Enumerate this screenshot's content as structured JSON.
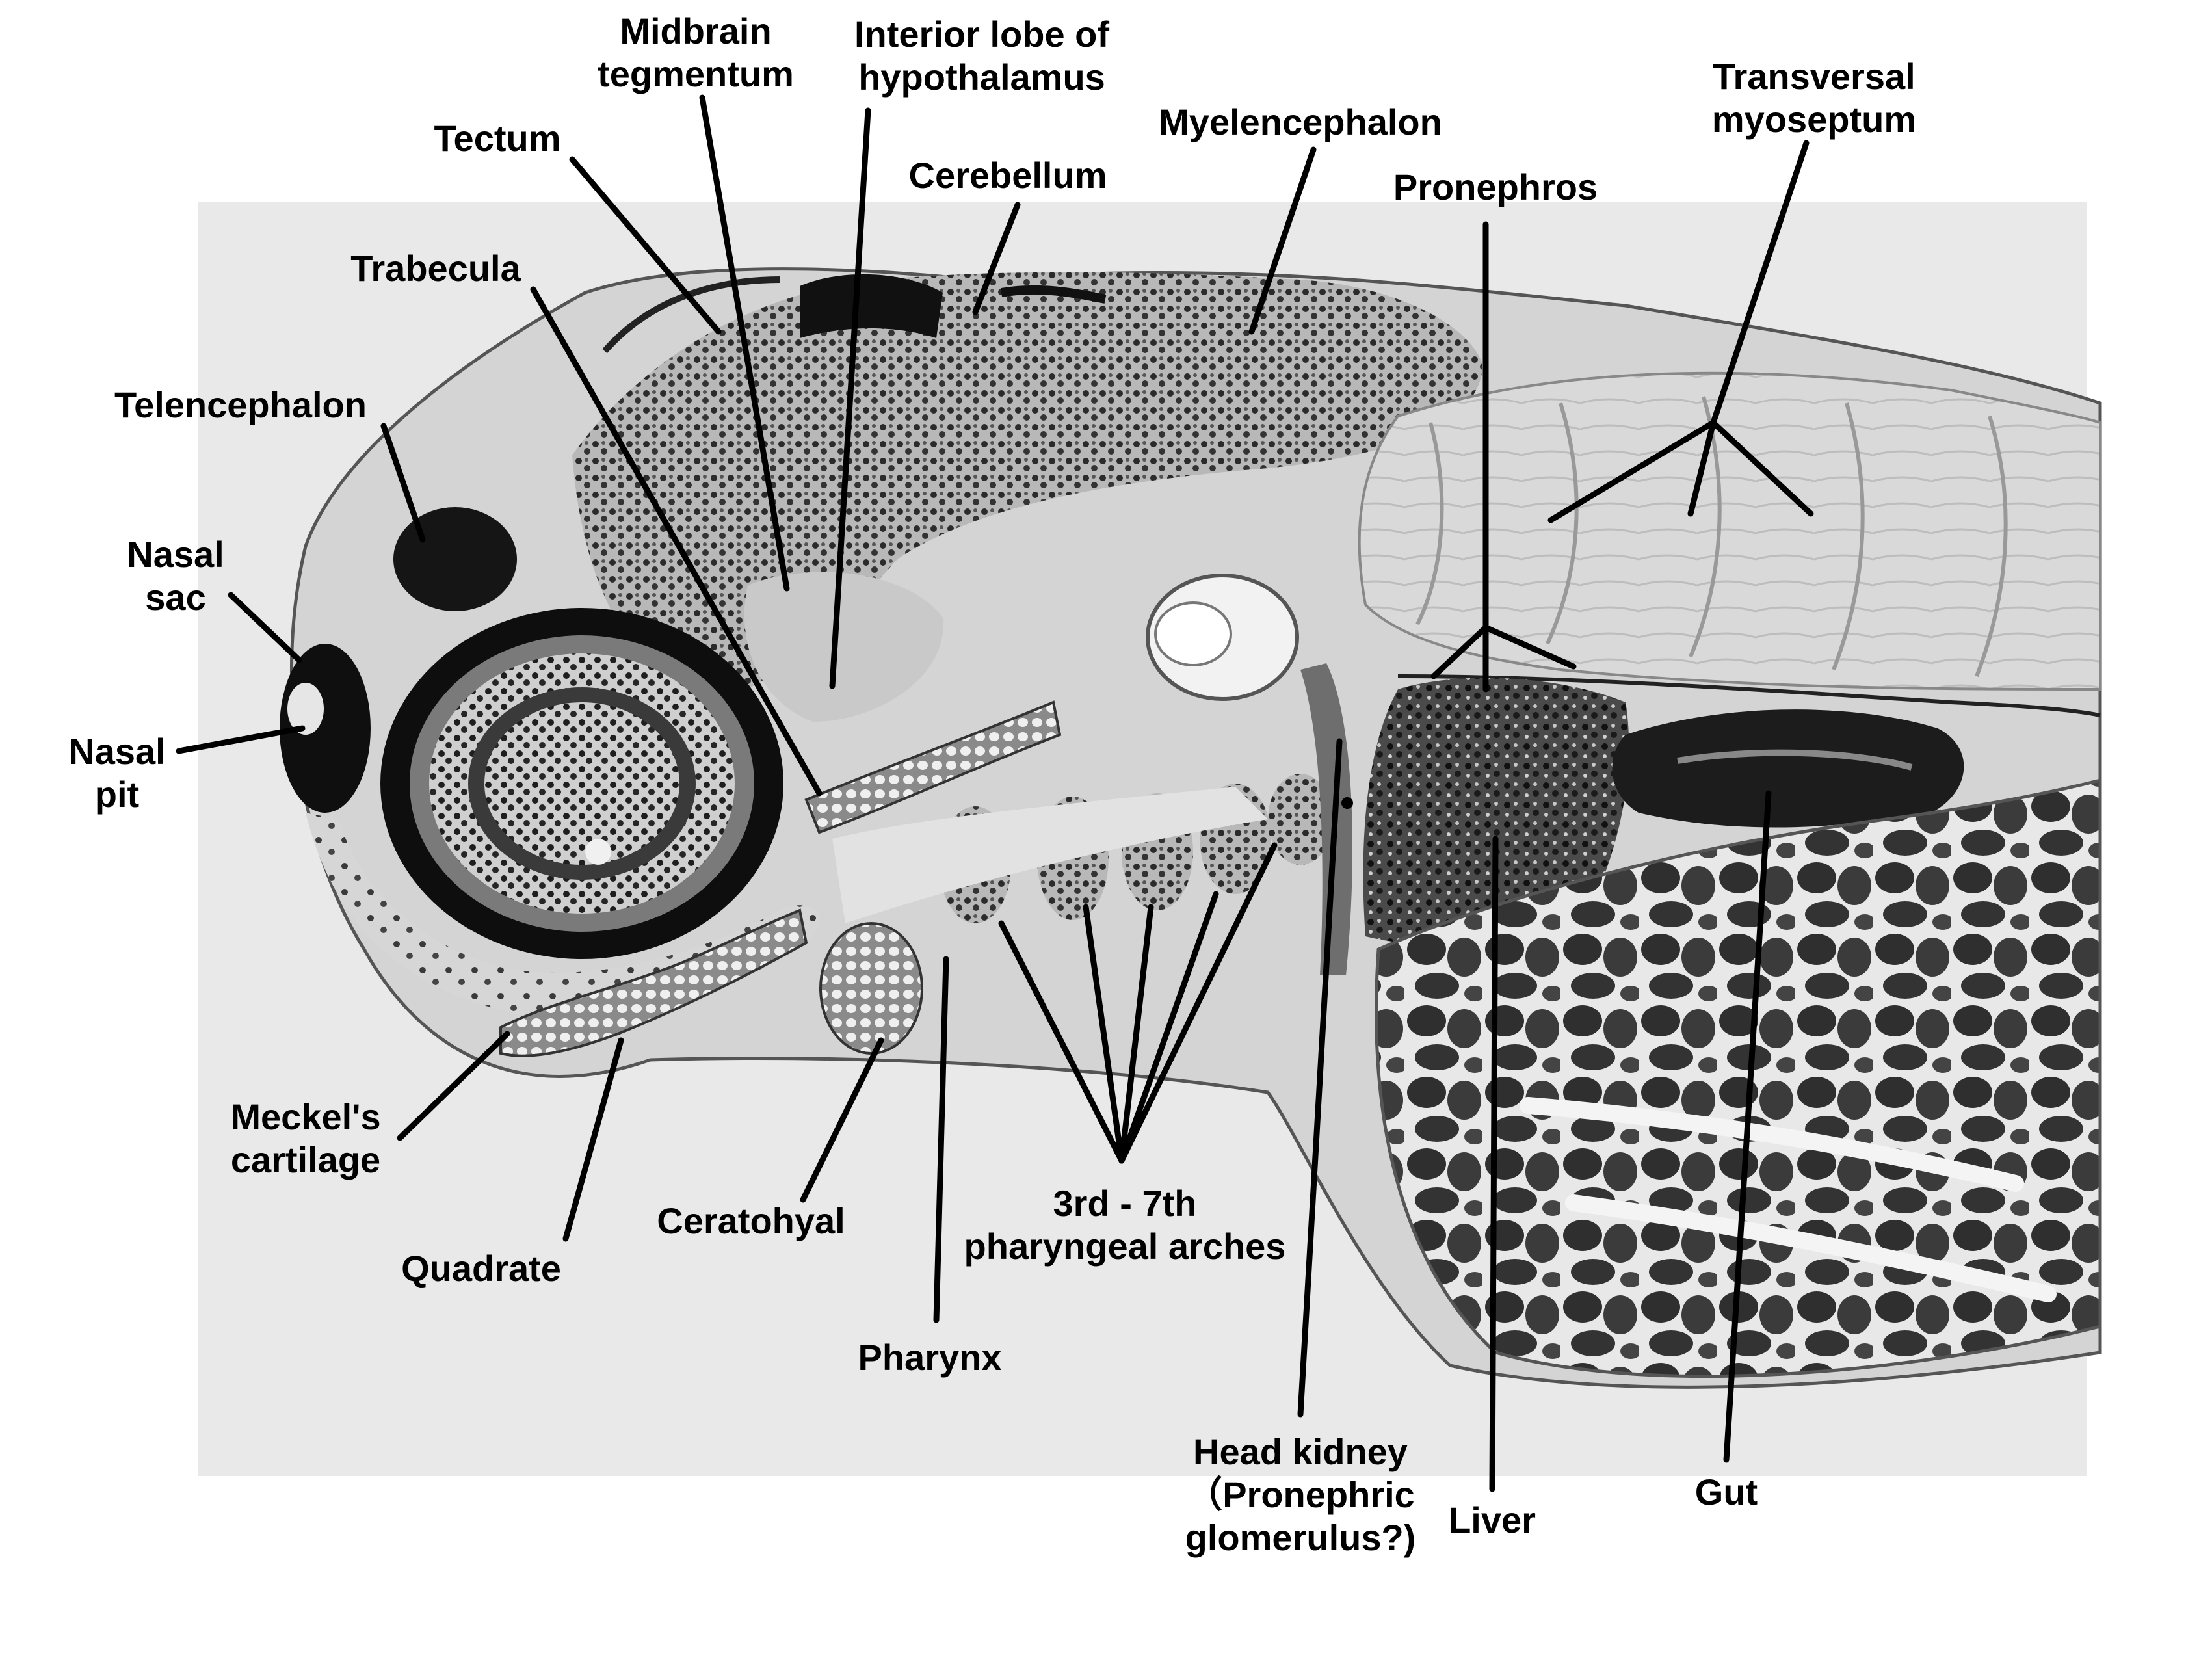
{
  "colors": {
    "background": "#ffffff",
    "section_bg": "#e9e9e9",
    "tissue_light": "#d2d2d2",
    "tissue_mid": "#9a9a9a",
    "nuclei": "#2b2b2b",
    "dark": "#101010",
    "leader": "#000000"
  },
  "labels": {
    "midbrain_tegmentum": "Midbrain\ntegmentum",
    "interior_lobe_hypothalamus": "Interior lobe of\nhypothalamus",
    "tectum": "Tectum",
    "cerebellum": "Cerebellum",
    "myelencephalon": "Myelencephalon",
    "transversal_myoseptum": "Transversal\nmyoseptum",
    "pronephros": "Pronephros",
    "trabecula": "Trabecula",
    "telencephalon": "Telencephalon",
    "nasal_sac": "Nasal\nsac",
    "nasal_pit": "Nasal\npit",
    "meckels_cartilage": "Meckel's\ncartilage",
    "quadrate": "Quadrate",
    "ceratohyal": "Ceratohyal",
    "pharyngeal_arches": "3rd - 7th\npharyngeal arches",
    "pharynx": "Pharynx",
    "head_kidney": "Head kidney\n（Pronephric\nglomerulus?)",
    "liver": "Liver",
    "gut": "Gut"
  }
}
